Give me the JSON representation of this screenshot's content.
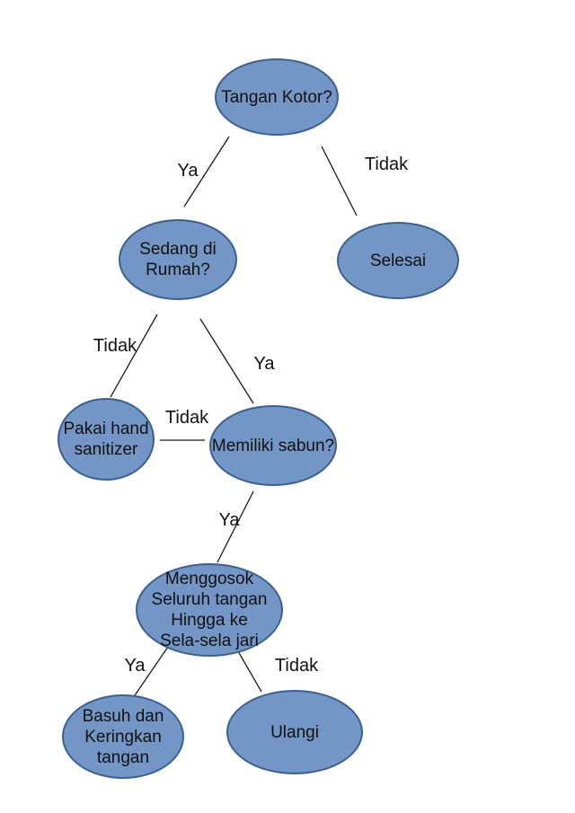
{
  "colors": {
    "node-fill": "#7396c7",
    "node-border": "#3b608f",
    "edge-line": "#1c1c1c",
    "text": "#111111",
    "background": "#ffffff"
  },
  "nodes": {
    "tangan_kotor": {
      "label": "Tangan Kotor?",
      "shape": "ellipse"
    },
    "sedang_di_rumah": {
      "label": "Sedang di\nRumah?",
      "shape": "ellipse"
    },
    "selesai": {
      "label": "Selesai",
      "shape": "ellipse"
    },
    "pakai_hand_sanitizer": {
      "label": "Pakai hand\nsanitizer",
      "shape": "ellipse"
    },
    "memiliki_sabun": {
      "label": "Memiliki sabun?",
      "shape": "ellipse"
    },
    "menggosok": {
      "label": "Menggosok\nSeluruh tangan\nHingga ke\nSela-sela jari",
      "shape": "ellipse"
    },
    "basuh": {
      "label": "Basuh dan\nKeringkan\ntangan",
      "shape": "ellipse"
    },
    "ulangi": {
      "label": "Ulangi",
      "shape": "ellipse"
    }
  },
  "edges": {
    "tangan_to_sedang": {
      "label": "Ya",
      "from": "tangan_kotor",
      "to": "sedang_di_rumah"
    },
    "tangan_to_selesai": {
      "label": "Tidak",
      "from": "tangan_kotor",
      "to": "selesai"
    },
    "sedang_to_pakai": {
      "label": "Tidak",
      "from": "sedang_di_rumah",
      "to": "pakai_hand_sanitizer"
    },
    "sedang_to_memiliki": {
      "label": "Ya",
      "from": "sedang_di_rumah",
      "to": "memiliki_sabun"
    },
    "memiliki_to_pakai": {
      "label": "Tidak",
      "from": "memiliki_sabun",
      "to": "pakai_hand_sanitizer"
    },
    "memiliki_to_menggosok": {
      "label": "Ya",
      "from": "memiliki_sabun",
      "to": "menggosok"
    },
    "menggosok_to_basuh": {
      "label": "Ya",
      "from": "menggosok",
      "to": "basuh"
    },
    "menggosok_to_ulangi": {
      "label": "Tidak",
      "from": "menggosok",
      "to": "ulangi"
    }
  }
}
